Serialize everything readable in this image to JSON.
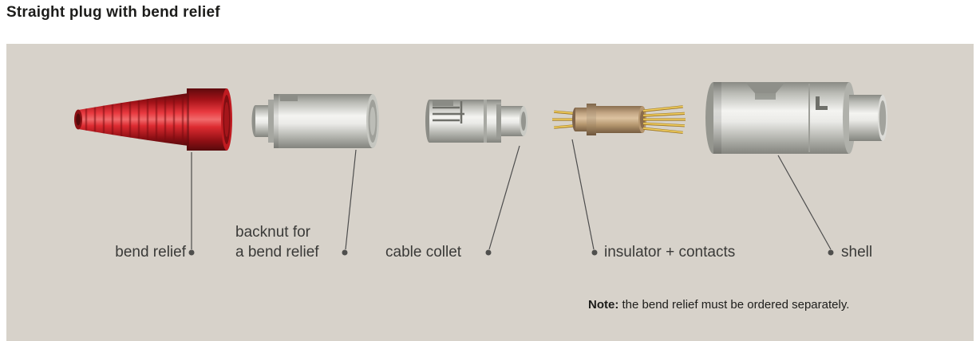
{
  "title": "Straight plug with bend relief",
  "parts": [
    {
      "id": "bend-relief",
      "label": "bend relief"
    },
    {
      "id": "backnut",
      "label_line1": "backnut for",
      "label_line2": "a bend relief"
    },
    {
      "id": "cable-collet",
      "label": "cable collet"
    },
    {
      "id": "insulator-contacts",
      "label": "insulator + contacts"
    },
    {
      "id": "shell",
      "label": "shell"
    }
  ],
  "note": {
    "prefix": "Note:",
    "text": " the bend relief must be ordered separately."
  },
  "colors": {
    "panel_background": "#d7d2ca",
    "bend_relief_red": "#c8171d",
    "metal_gray": "#c9c9c5",
    "insulator_tan": "#c3a482",
    "contact_gold": "#d9b44a",
    "leader_line": "#4d4d4d",
    "title_text": "#1c1c1a",
    "label_text": "#3a3a38"
  }
}
